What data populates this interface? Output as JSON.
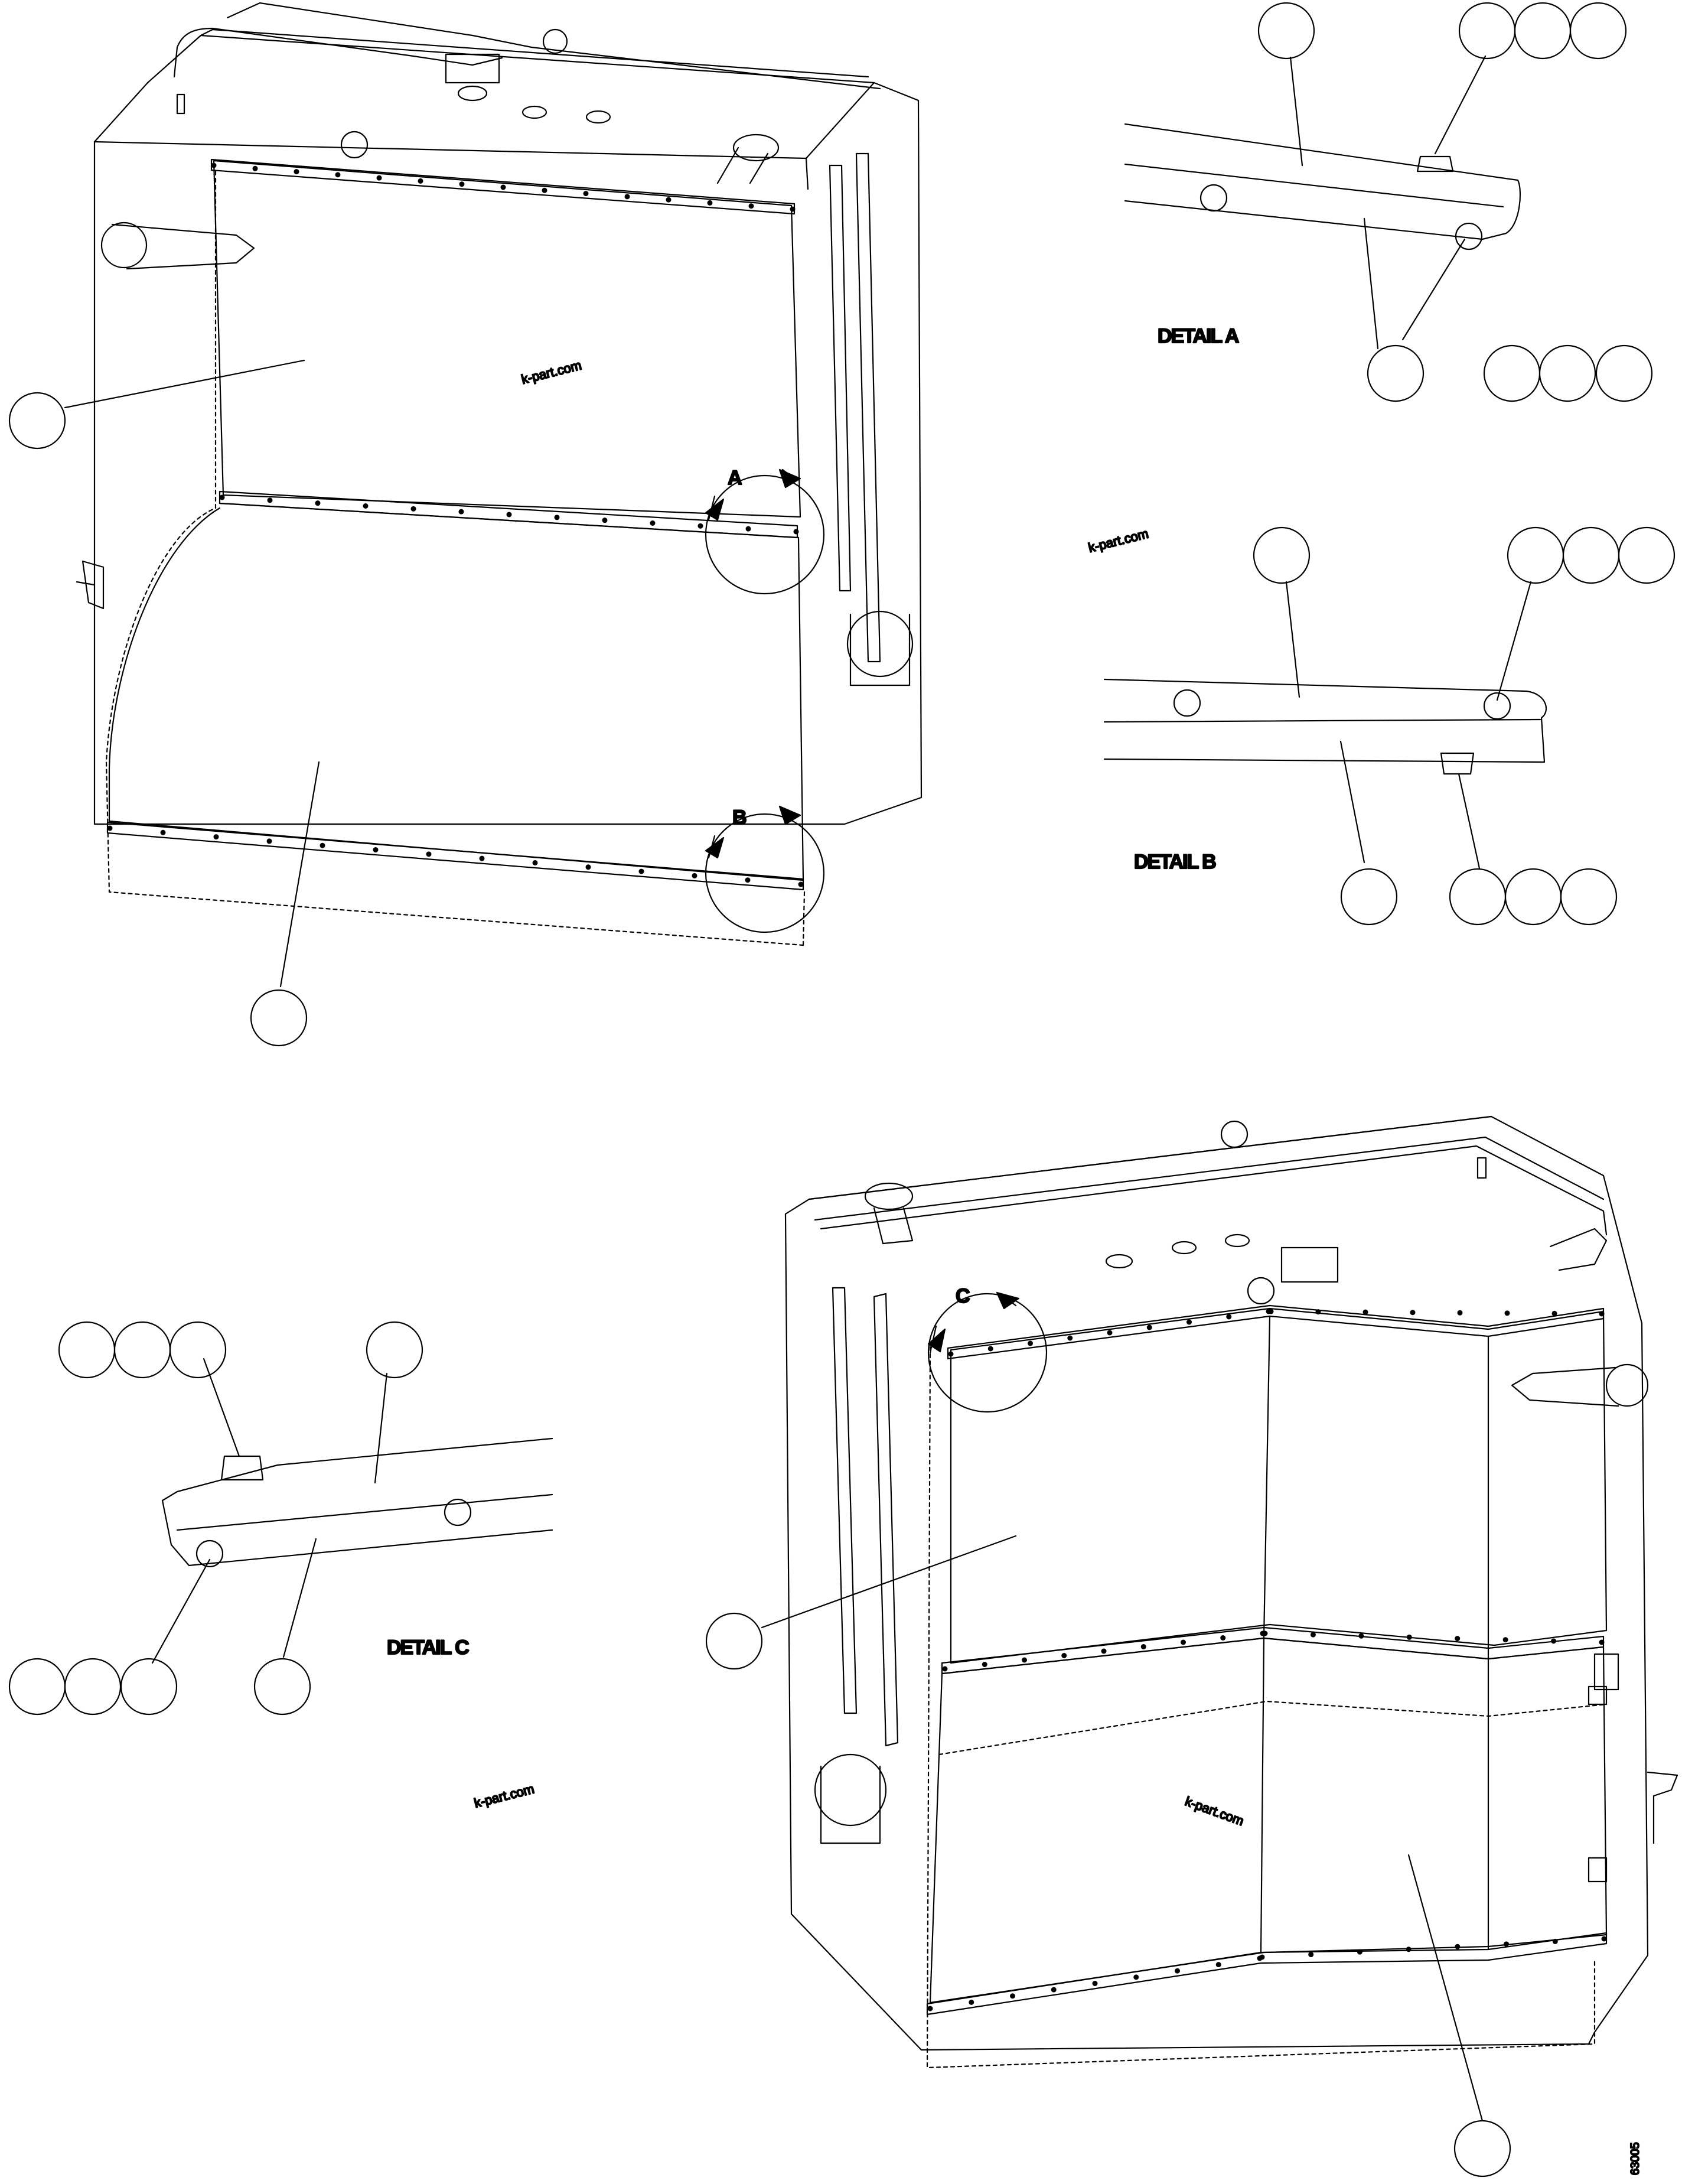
{
  "details": [
    {
      "id": "A",
      "label": "DETAIL A"
    },
    {
      "id": "B",
      "label": "DETAIL B"
    },
    {
      "id": "C",
      "label": "DETAIL C"
    }
  ],
  "view_letters": [
    "A",
    "B",
    "C"
  ],
  "watermark": "k-part.com",
  "drawing_number": "63005"
}
